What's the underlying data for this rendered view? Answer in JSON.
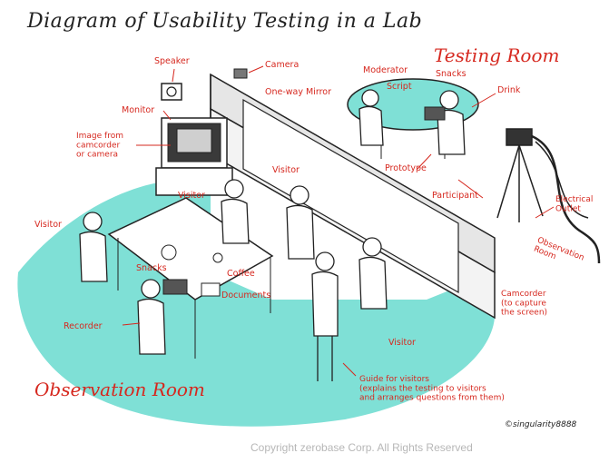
{
  "title": "Diagram of Usability Testing in a Lab",
  "rooms": {
    "testing": "Testing Room",
    "observation": "Observation Room"
  },
  "labels": {
    "speaker": "Speaker",
    "camera": "Camera",
    "moderator": "Moderator",
    "snacks_testing": "Snacks",
    "script": "Script",
    "drink": "Drink",
    "one_way_mirror": "One-way Mirror",
    "monitor": "Monitor",
    "image_from_camcorder": "Image from\ncamcorder\nor camera",
    "prototype": "Prototype",
    "participant": "Participant",
    "visitor_1": "Visitor",
    "visitor_2": "Visitor",
    "visitor_3": "Visitor",
    "visitor_4": "Visitor",
    "electrical_outlet": "Electrical\nOutlet",
    "observation_room_cable": "Observation\nRoom",
    "snacks_observation": "Snacks",
    "coffee": "Coffee",
    "documents": "Documents",
    "recorder": "Recorder",
    "camcorder": "Camcorder\n(to capture\nthe screen)",
    "guide_for_visitors": "Guide for visitors\n(explains the testing to visitors\nand arranges questions from them)"
  },
  "signature": "©singularity8888",
  "copyright": "Copyright zerobase Corp. All Rights Reserved",
  "colors": {
    "floor": "#7fe0d6",
    "label_red": "#d6281f",
    "ink": "#222222",
    "mirror": "#ffffff",
    "copyright_gray": "#b7b7b7"
  }
}
